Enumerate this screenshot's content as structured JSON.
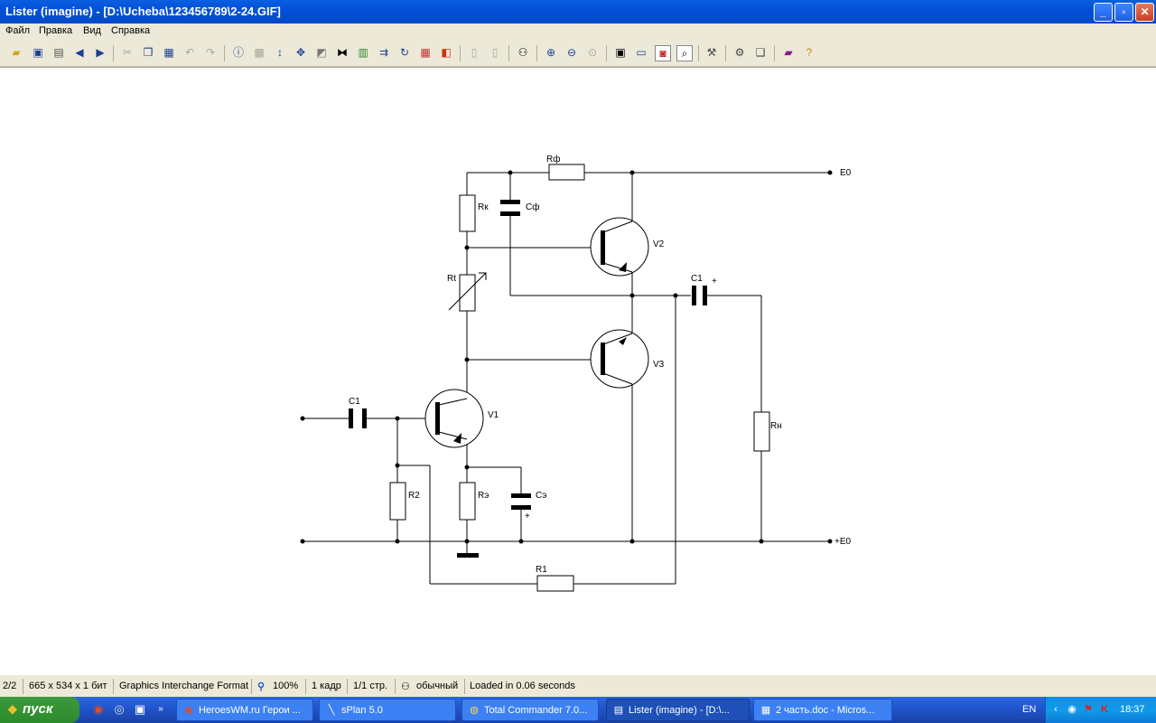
{
  "window": {
    "title": "Lister (imagine) - [D:\\Ucheba\\123456789\\2-24.GIF]",
    "minimize_glyph": "_",
    "maximize_glyph": "▫",
    "close_glyph": "✕"
  },
  "menu": [
    "Файл",
    "Правка",
    "Вид",
    "Справка"
  ],
  "toolbar_icons": [
    "open-icon",
    "save-icon",
    "print-icon",
    "back-icon",
    "forward-icon",
    "cut-icon",
    "copy-icon",
    "paste-icon",
    "undo-icon",
    "redo-icon",
    "info-icon",
    "scanner-icon",
    "fit-height-icon",
    "fit-size-icon",
    "crop-icon",
    "flip-icon",
    "color-adjust-icon",
    "resize-icon",
    "rotate-icon",
    "palette-icon",
    "effects-icon",
    "prev-page-icon",
    "next-page-icon",
    "view-mode-icon",
    "zoom-in-icon",
    "zoom-out-icon",
    "zoom-reset-icon",
    "fullscreen-icon",
    "monitor-icon",
    "slideshow-icon",
    "magnifier-icon",
    "tools-icon",
    "plugin-icon",
    "copy-files-icon",
    "book-icon",
    "help-icon"
  ],
  "schematic": {
    "labels": {
      "rf": "Rф",
      "e0_top": "Е0",
      "rk": "Rк",
      "cf": "Сф",
      "v2": "V2",
      "rt": "Rt",
      "c1_out": "С1",
      "plus_out": "+",
      "v3": "V3",
      "c1_in": "С1",
      "v1": "V1",
      "rn": "Rн",
      "r2": "R2",
      "re": "Rэ",
      "ce": "Сэ",
      "plus_ce": "+",
      "e0_bottom": "+Е0",
      "r1": "R1"
    }
  },
  "status": {
    "page": "2/2",
    "dims": "665 x 534 x 1 бит",
    "format": "Graphics Interchange Format",
    "zoom": "100%",
    "frames": "1 кадр",
    "pages": "1/1 стр.",
    "mode": "обычный",
    "loaded": "Loaded in 0.06 seconds"
  },
  "taskbar": {
    "start": "пуск",
    "tasks": [
      {
        "label": "HeroesWM.ru Герои ...",
        "icon": "browser-icon"
      },
      {
        "label": "sPlan 5.0",
        "icon": "splan-icon"
      },
      {
        "label": "Total Commander 7.0...",
        "icon": "total-commander-icon"
      },
      {
        "label": "Lister (imagine) - [D:\\...",
        "icon": "lister-icon"
      },
      {
        "label": "2 часть.doc - Micros...",
        "icon": "word-icon"
      }
    ],
    "lang": "EN",
    "clock": "18:37"
  },
  "colors": {
    "title_blue": "#0350d8",
    "taskbar_blue": "#245edb",
    "start_green": "#2c8a2c",
    "tray_blue": "#129be8"
  }
}
